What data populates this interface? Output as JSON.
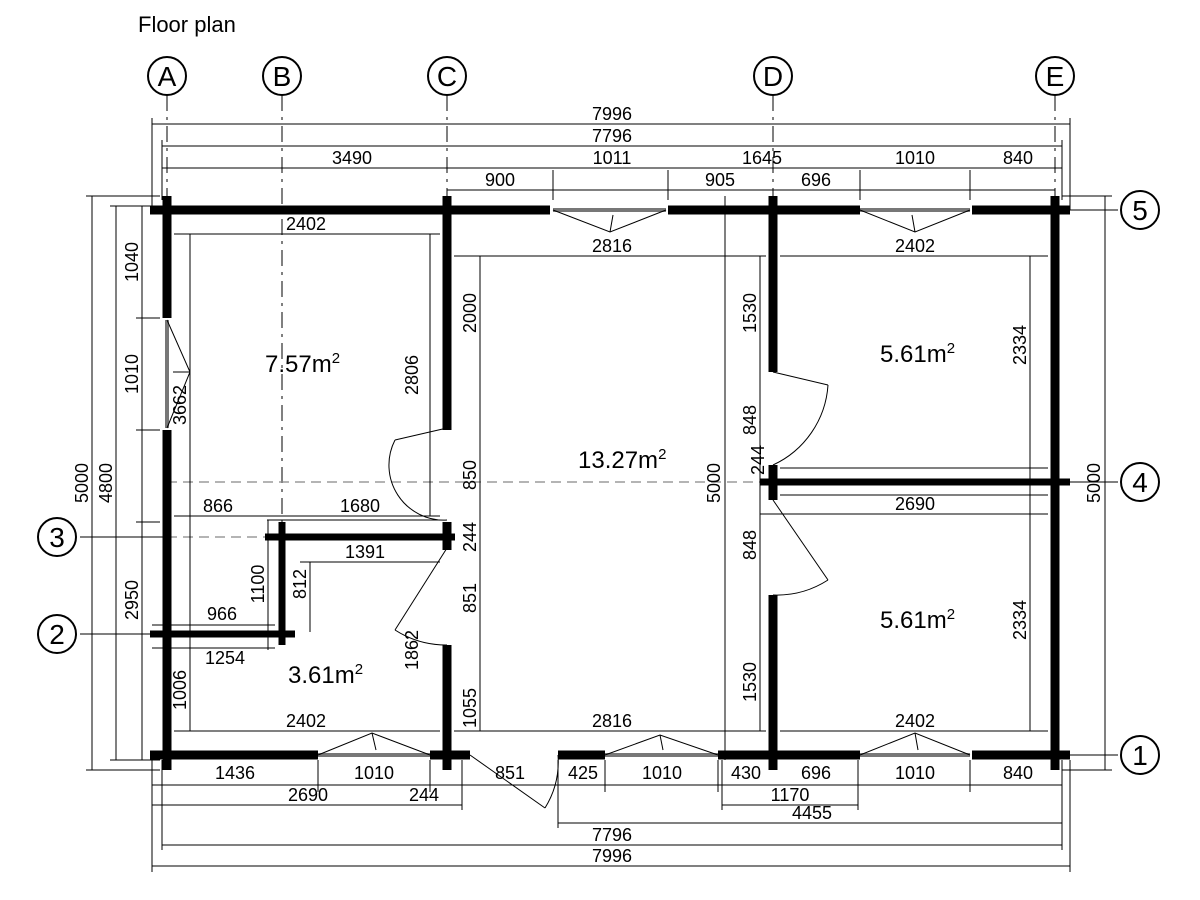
{
  "title": "Floor plan",
  "grid_labels": {
    "A": "A",
    "B": "B",
    "C": "C",
    "D": "D",
    "E": "E",
    "r1": "1",
    "r2": "2",
    "r3": "3",
    "r4": "4",
    "r5": "5"
  },
  "areas": {
    "room_top_left": {
      "value": "7.57m",
      "exp": "2"
    },
    "room_center": {
      "value": "13.27m",
      "exp": "2"
    },
    "room_top_right": {
      "value": "5.61m",
      "exp": "2"
    },
    "room_bottom_right": {
      "value": "5.61m",
      "exp": "2"
    },
    "room_small": {
      "value": "3.61m",
      "exp": "2"
    }
  },
  "dims_top": {
    "overall_outer": "7996",
    "overall_inner": "7796",
    "a_c": "3490",
    "c_d": "1645",
    "seg_900": "900",
    "seg_1011": "1011",
    "seg_905": "905",
    "seg_696": "696",
    "seg_1010": "1010",
    "seg_840": "840"
  },
  "dims_bottom": {
    "seg_1436": "1436",
    "seg_1010a": "1010",
    "seg_851": "851",
    "seg_425": "425",
    "seg_1010b": "1010",
    "seg_430": "430",
    "seg_696": "696",
    "seg_1010c": "1010",
    "seg_840": "840",
    "a_2690": "2690",
    "seg_244": "244",
    "d_1170": "1170",
    "d_4455": "4455",
    "overall_inner": "7796",
    "overall_outer": "7996"
  },
  "dims_inner": {
    "tl_width": "2402",
    "tc_width": "2816",
    "tr_width": "2402",
    "bl_width": "2402",
    "bc_width": "2816",
    "br_width": "2402",
    "r4_width": "2690",
    "w866": "866",
    "w1680": "1680",
    "w1391": "1391",
    "w966": "966",
    "w1254": "1254",
    "h812": "812",
    "h1100": "1100",
    "h2806": "2806",
    "h1862": "1862",
    "h3662": "3662",
    "h2000": "2000",
    "h850": "850",
    "h244": "244",
    "h851": "851",
    "h1055": "1055",
    "h5000": "5000",
    "h1530a": "1530",
    "h848a": "848",
    "h244d": "244",
    "h848b": "848",
    "h1530b": "1530",
    "h2334a": "2334",
    "h2334b": "2334",
    "h1006": "1006"
  },
  "dims_left": {
    "h5000": "5000",
    "h4800": "4800",
    "h1040": "1040",
    "h1010": "1010",
    "h2950": "2950"
  },
  "dims_right": {
    "h5000": "5000"
  }
}
